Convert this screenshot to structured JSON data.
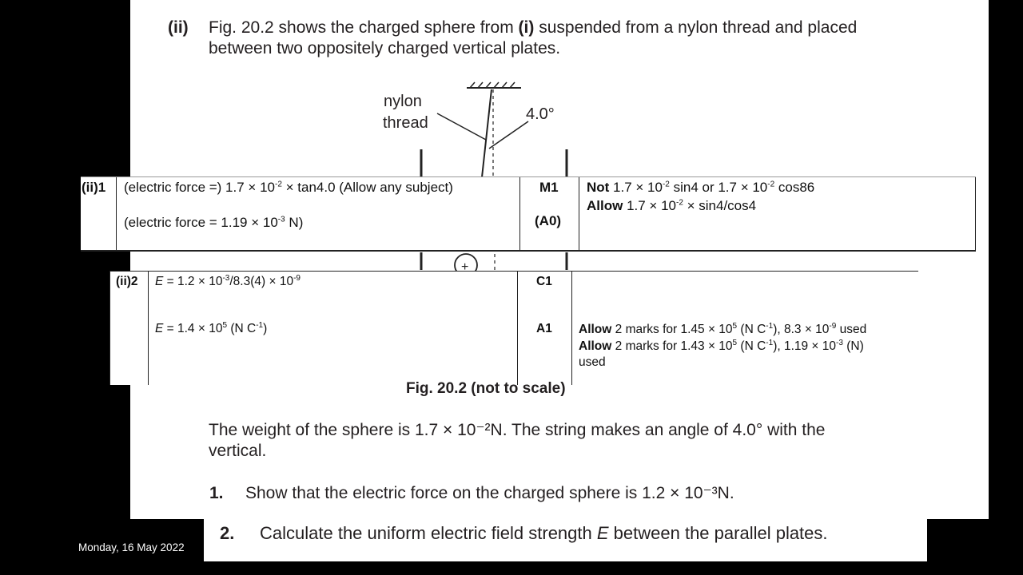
{
  "question": {
    "part": "(ii)",
    "intro_line1_a": "Fig. 20.2 shows the charged sphere from ",
    "intro_ref": "(i)",
    "intro_line1_b": " suspended from a nylon thread and placed",
    "intro_line2": "between two oppositely charged vertical plates.",
    "diagram_label_nylon": "nylon",
    "diagram_label_thread": "thread",
    "diagram_angle": "4.0°",
    "diagram_charge": "+",
    "fig_caption": "Fig. 20.2 (not to scale)",
    "weight_line1": "The weight of the sphere is 1.7 × 10⁻²N. The string makes an angle of 4.0° with the",
    "weight_line2": "vertical.",
    "item1_num": "1.",
    "item1_text": "Show that the electric force on the charged sphere is 1.2 × 10⁻³N.",
    "item2_num": "2.",
    "item2_text_a": "Calculate the uniform electric field strength ",
    "item2_var": "E",
    "item2_text_b": " between the parallel plates."
  },
  "mark_scheme_1": {
    "ref": "(ii)1",
    "answer_line1": "(electric force =) 1.7 × 10",
    "answer_line1_exp": "-2",
    "answer_line1_tail": " × tan4.0  (Allow any subject)",
    "answer_line2": "(electric force = 1.19 × 10",
    "answer_line2_exp": "-3",
    "answer_line2_tail": " N)",
    "mark1": "M1",
    "mark2": "(A0)",
    "guidance_not": "Not",
    "guidance_line1_a": " 1.7 × 10",
    "guidance_line1_exp1": "-2",
    "guidance_line1_b": " sin4 or 1.7 × 10",
    "guidance_line1_exp2": "-2",
    "guidance_line1_c": " cos86",
    "guidance_allow": "Allow",
    "guidance_line2_a": " 1.7 × 10",
    "guidance_line2_exp": "-2",
    "guidance_line2_b": " × sin4/cos4"
  },
  "mark_scheme_2": {
    "ref": "(ii)2",
    "answer_line1_var": "E",
    "answer_line1_a": " = 1.2 × 10",
    "answer_line1_exp1": "-3",
    "answer_line1_b": "/8.3(4) × 10",
    "answer_line1_exp2": "-9",
    "answer_line2_var": "E",
    "answer_line2_a": " = 1.4 × 10",
    "answer_line2_exp1": "5",
    "answer_line2_b": " (N C",
    "answer_line2_exp2": "-1",
    "answer_line2_c": ")",
    "mark1": "C1",
    "mark2": "A1",
    "allow1_label": "Allow",
    "allow1_a": " 2 marks for 1.45 × 10",
    "allow1_exp1": "5",
    "allow1_b": " (N C",
    "allow1_exp2": "-1",
    "allow1_c": "), 8.3 × 10",
    "allow1_exp3": "-9",
    "allow1_d": " used",
    "allow2_label": "Allow",
    "allow2_a": " 2 marks for 1.43 × 10",
    "allow2_exp1": "5",
    "allow2_b": " (N C",
    "allow2_exp2": "-1",
    "allow2_c": "), 1.19 × 10",
    "allow2_exp3": "-3",
    "allow2_d": " (N)",
    "allow2_line2": "used"
  },
  "footer": {
    "date": "Monday, 16 May 2022"
  }
}
